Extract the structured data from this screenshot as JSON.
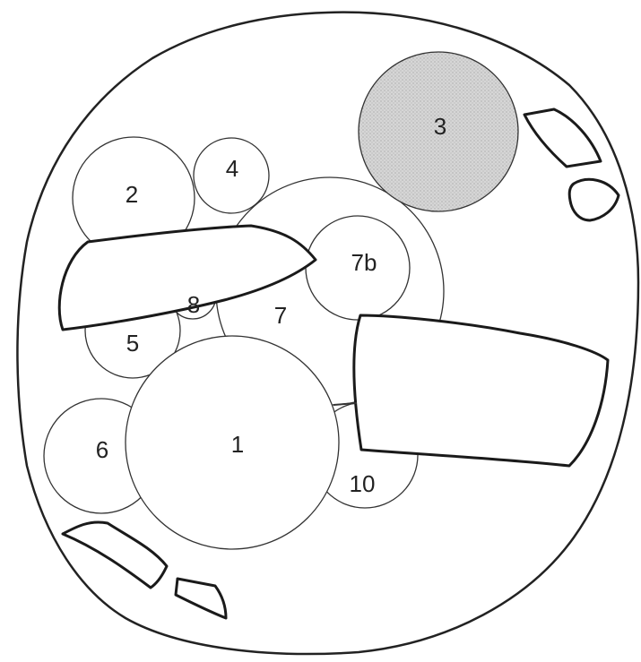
{
  "colors": {
    "highlight_fill": "#d2d2d2",
    "stroke": "#222222",
    "background": "#ffffff"
  },
  "labels": {
    "c1": "1",
    "c2": "2",
    "c3": "3",
    "c4": "4",
    "c5": "5",
    "c6": "6",
    "c7": "7",
    "c7b": "7b",
    "c8": "8",
    "c10": "10"
  }
}
